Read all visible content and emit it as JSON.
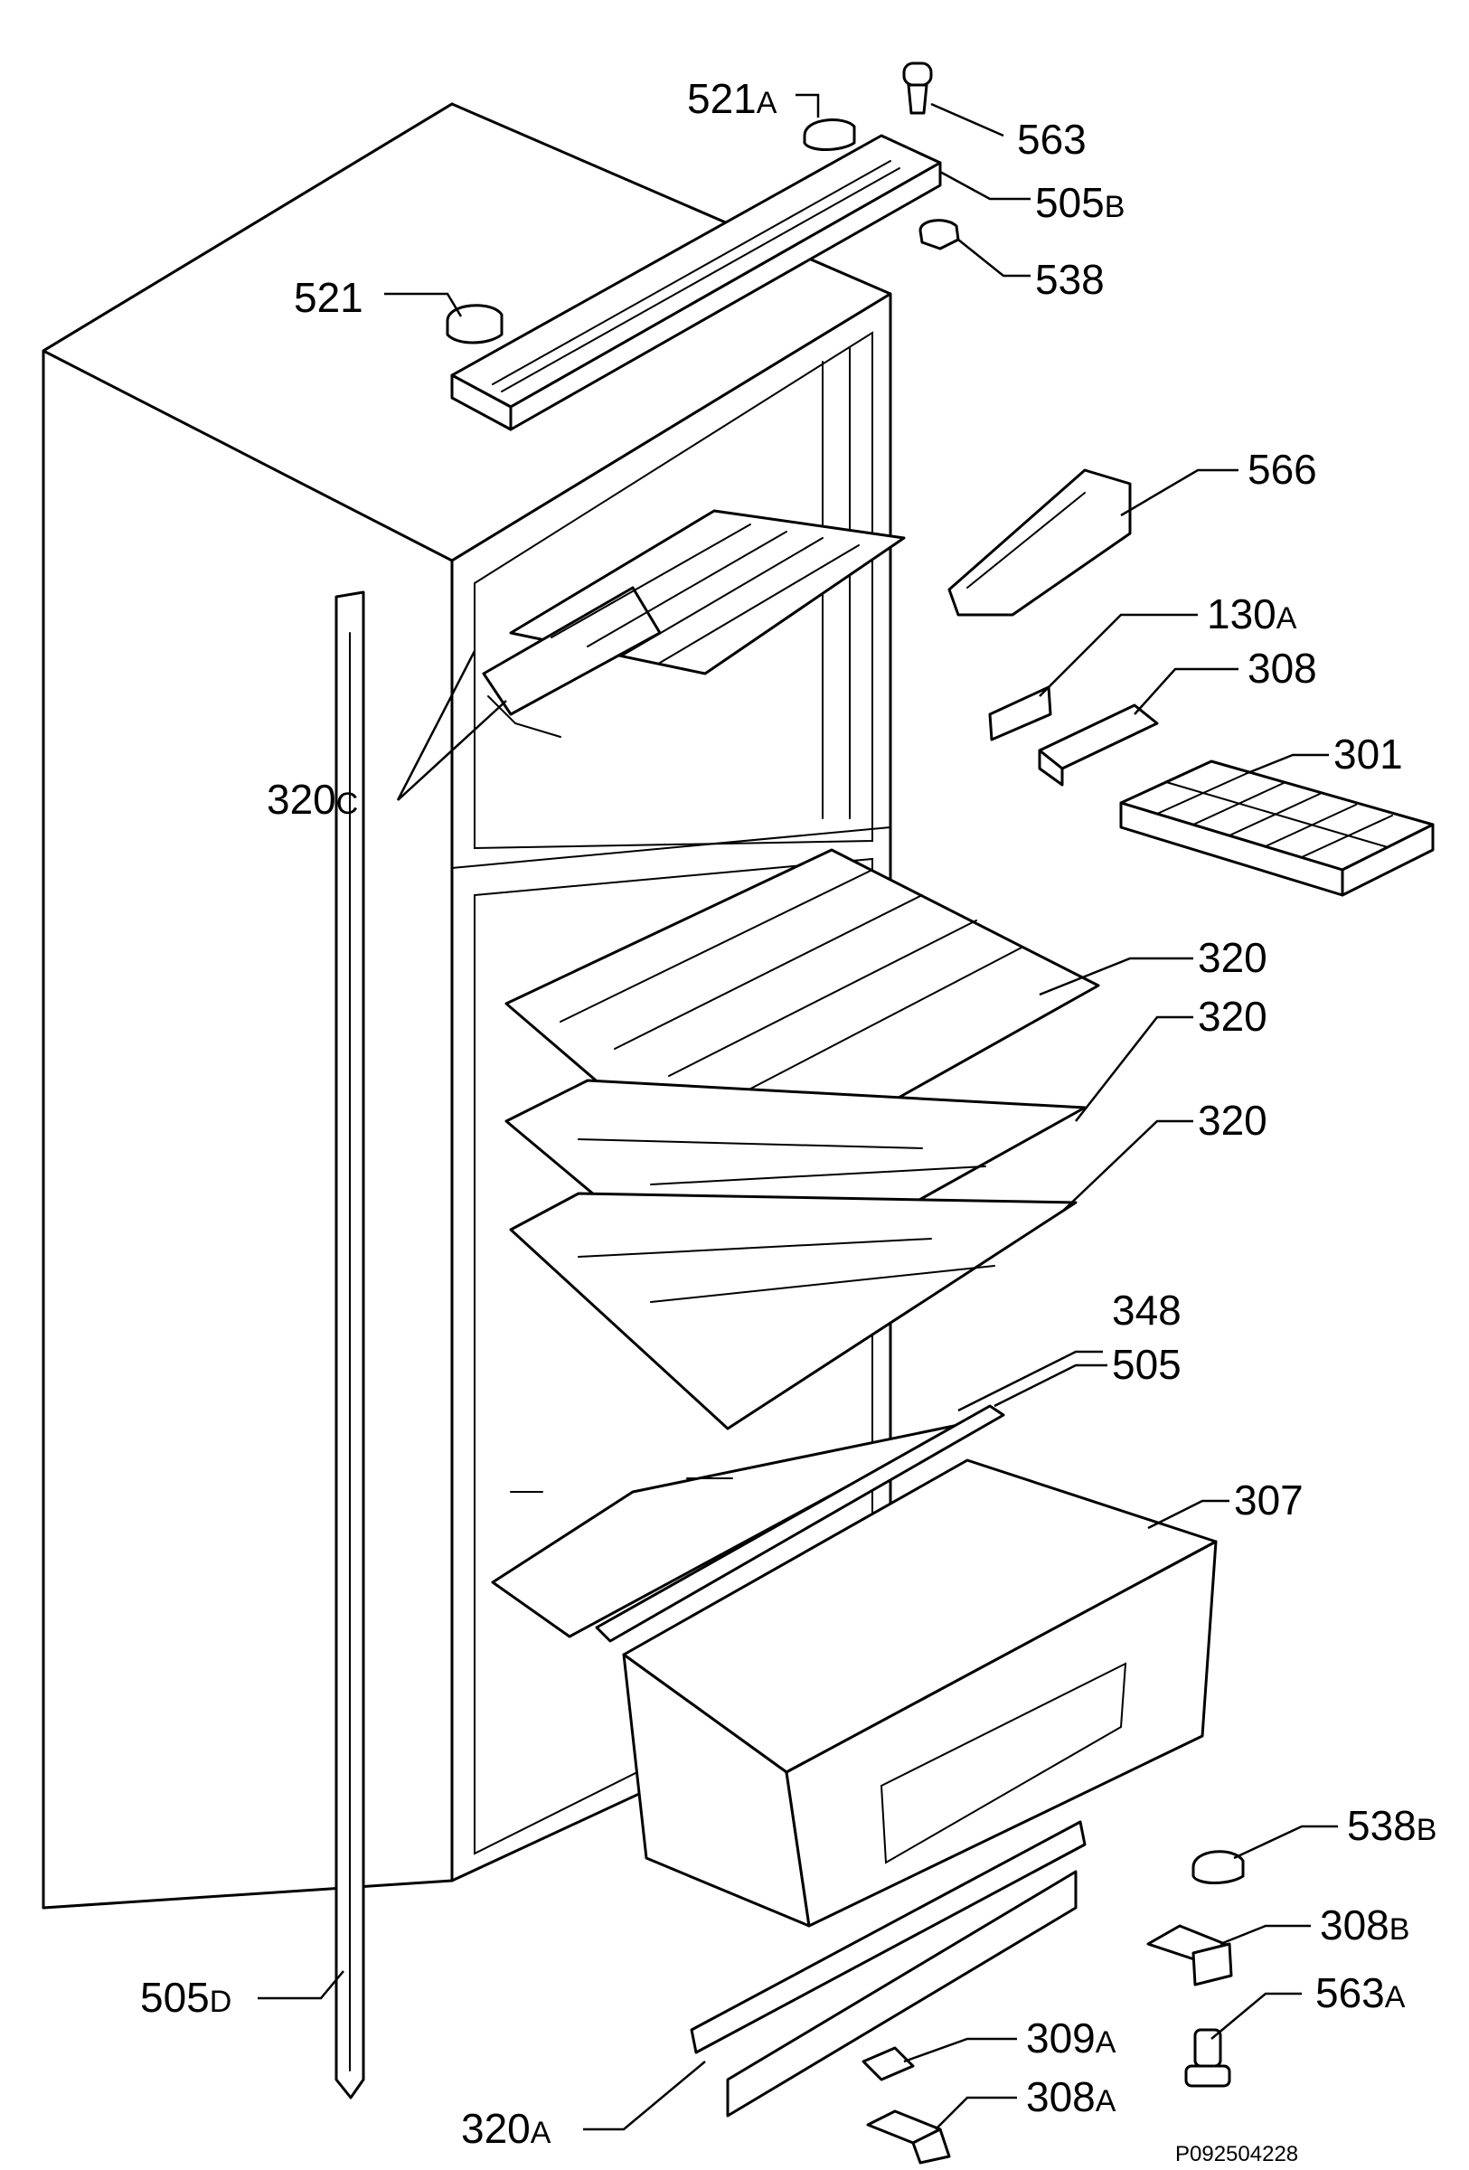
{
  "diagram": {
    "reference": "P092504228",
    "callouts": [
      {
        "id": "521A",
        "num": "521",
        "suffix": "A"
      },
      {
        "id": "563",
        "num": "563",
        "suffix": ""
      },
      {
        "id": "505B",
        "num": "505",
        "suffix": "B"
      },
      {
        "id": "538",
        "num": "538",
        "suffix": ""
      },
      {
        "id": "521",
        "num": "521",
        "suffix": ""
      },
      {
        "id": "566",
        "num": "566",
        "suffix": ""
      },
      {
        "id": "130A",
        "num": "130",
        "suffix": "A"
      },
      {
        "id": "308",
        "num": "308",
        "suffix": ""
      },
      {
        "id": "301",
        "num": "301",
        "suffix": ""
      },
      {
        "id": "320C",
        "num": "320",
        "suffix": "C"
      },
      {
        "id": "320-1",
        "num": "320",
        "suffix": ""
      },
      {
        "id": "320-2",
        "num": "320",
        "suffix": ""
      },
      {
        "id": "320-3",
        "num": "320",
        "suffix": ""
      },
      {
        "id": "348",
        "num": "348",
        "suffix": ""
      },
      {
        "id": "505",
        "num": "505",
        "suffix": ""
      },
      {
        "id": "307",
        "num": "307",
        "suffix": ""
      },
      {
        "id": "538B",
        "num": "538",
        "suffix": "B"
      },
      {
        "id": "308B",
        "num": "308",
        "suffix": "B"
      },
      {
        "id": "563A",
        "num": "563",
        "suffix": "A"
      },
      {
        "id": "505D",
        "num": "505",
        "suffix": "D"
      },
      {
        "id": "309A",
        "num": "309",
        "suffix": "A"
      },
      {
        "id": "308A",
        "num": "308",
        "suffix": "A"
      },
      {
        "id": "320A",
        "num": "320",
        "suffix": "A"
      }
    ]
  }
}
